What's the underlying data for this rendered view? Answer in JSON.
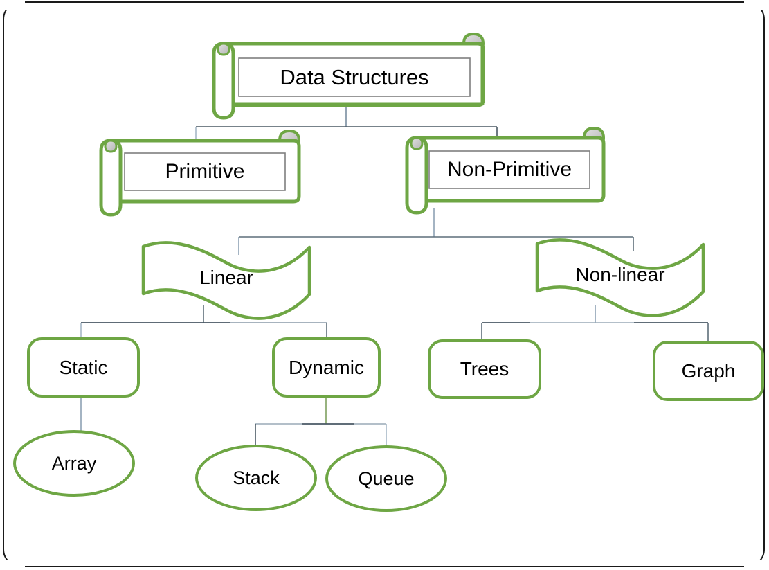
{
  "diagram": {
    "title": "Data Structures classification tree",
    "type": "hierarchy-tree",
    "palette": {
      "shape_stroke": "#6ea644",
      "inner_box_stroke": "#7f7f7f",
      "connector_stroke": "#7a8da0",
      "connector_stroke_dark": "#3d4b57",
      "text": "#000000",
      "background": "#ffffff",
      "frame": "#1a1a1a",
      "curl_fill": "#c9c9c9"
    },
    "nodes": {
      "root": {
        "label": "Data Structures",
        "shape": "scroll"
      },
      "primitive": {
        "label": "Primitive",
        "shape": "scroll"
      },
      "non_primitive": {
        "label": "Non-Primitive",
        "shape": "scroll"
      },
      "linear": {
        "label": "Linear",
        "shape": "wave"
      },
      "non_linear": {
        "label": "Non-linear",
        "shape": "wave"
      },
      "static": {
        "label": "Static",
        "shape": "rounded-rect"
      },
      "dynamic": {
        "label": "Dynamic",
        "shape": "rounded-rect"
      },
      "trees": {
        "label": "Trees",
        "shape": "rounded-rect"
      },
      "graph": {
        "label": "Graph",
        "shape": "rounded-rect"
      },
      "array": {
        "label": "Array",
        "shape": "ellipse"
      },
      "stack": {
        "label": "Stack",
        "shape": "ellipse"
      },
      "queue": {
        "label": "Queue",
        "shape": "ellipse"
      }
    },
    "edges": [
      {
        "from": "root",
        "to": "primitive"
      },
      {
        "from": "root",
        "to": "non_primitive"
      },
      {
        "from": "non_primitive",
        "to": "linear"
      },
      {
        "from": "non_primitive",
        "to": "non_linear"
      },
      {
        "from": "linear",
        "to": "static"
      },
      {
        "from": "linear",
        "to": "dynamic"
      },
      {
        "from": "non_linear",
        "to": "trees"
      },
      {
        "from": "non_linear",
        "to": "graph"
      },
      {
        "from": "static",
        "to": "array"
      },
      {
        "from": "dynamic",
        "to": "stack"
      },
      {
        "from": "dynamic",
        "to": "queue"
      }
    ]
  }
}
